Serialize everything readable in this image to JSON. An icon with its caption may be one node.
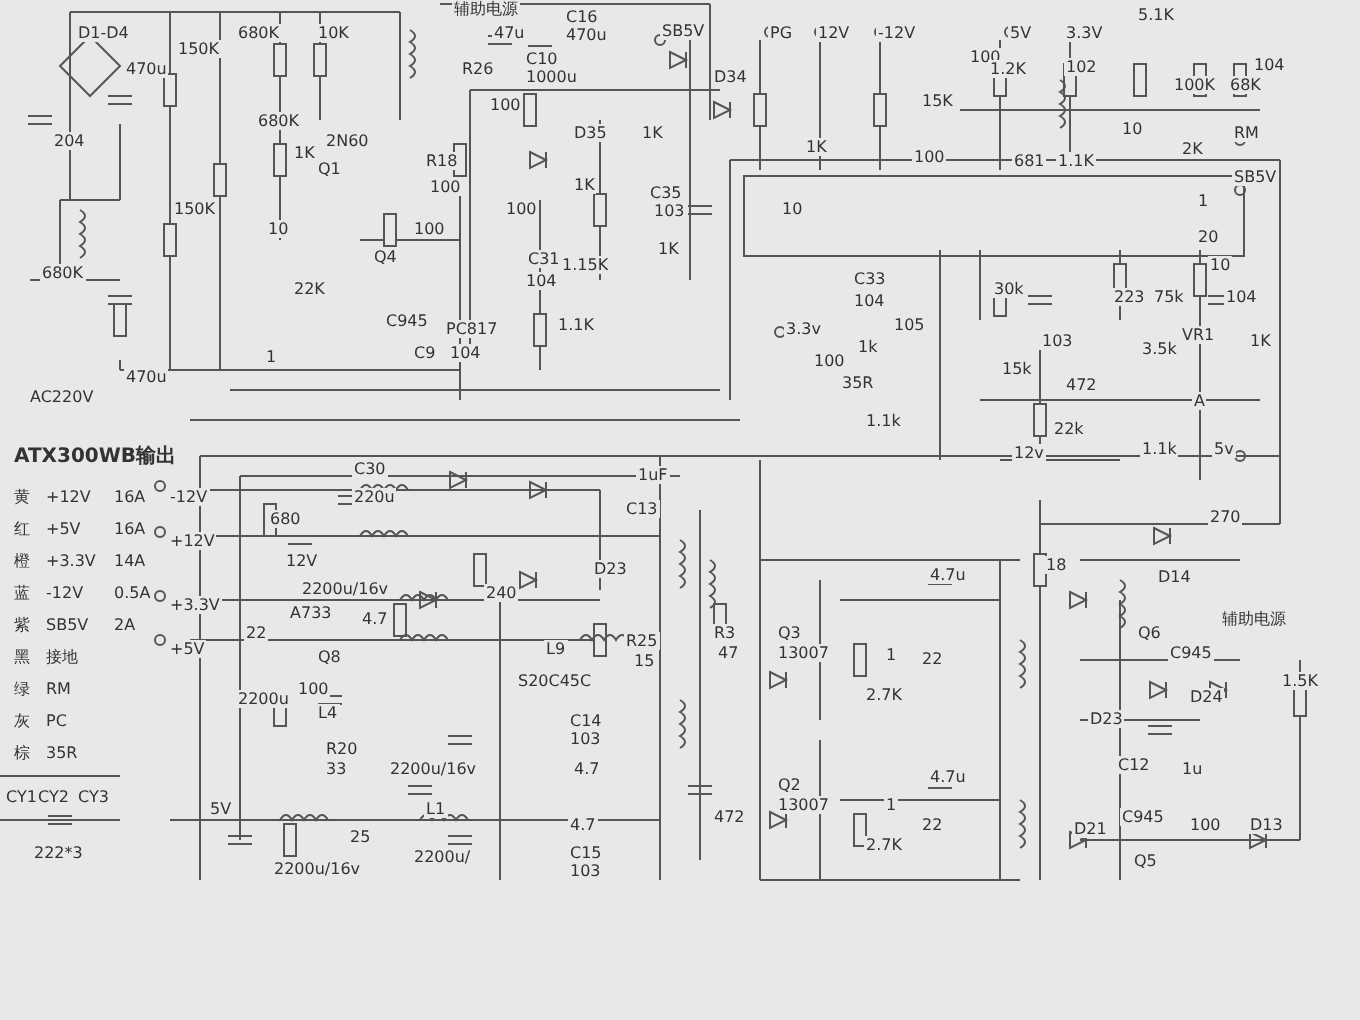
{
  "diagram": {
    "labels": [
      "辅助电源",
      "D1-D4",
      "470u",
      "150K",
      "680K",
      "10K",
      "204",
      "680K",
      "1K",
      "2N60",
      "Q1",
      "R18",
      "100",
      "10",
      "22K",
      "100",
      "Q4",
      "C945",
      "1",
      "PC817",
      "C9",
      "104",
      "680K",
      "150K",
      "470u",
      "AC220V",
      "47u",
      "R26",
      "100",
      "C16",
      "470u",
      "C10",
      "1000u",
      "SB5V",
      "D34",
      "D35",
      "1K",
      "1K",
      "C35",
      "103",
      "1K",
      "100",
      "C31",
      "104",
      "1.15K",
      "1.1K",
      "PG",
      "12V",
      "-12V",
      "100",
      "15K",
      "100",
      "1K",
      "10",
      "5V",
      "1.2K",
      "3.3V",
      "5.1K",
      "102",
      "100K",
      "68K",
      "104",
      "681",
      "1.1K",
      "10",
      "2K",
      "RM",
      "1",
      "SB5V",
      "20",
      "10",
      "104",
      "C33",
      "104",
      "105",
      "30k",
      "223",
      "75k",
      "103",
      "472",
      "3.5k",
      "VR1",
      "1K",
      "15k",
      "22k",
      "A",
      "12v",
      "1.1k",
      "5v",
      "3.3v",
      "100",
      "1k",
      "35R",
      "1.1k",
      "ATX300WB输出",
      "黄",
      "+12V",
      "16A",
      "红",
      "+5V",
      "16A",
      "橙",
      "+3.3V",
      "14A",
      "蓝",
      "-12V",
      "0.5A",
      "紫",
      "SB5V",
      "2A",
      "黑",
      "接地",
      "绿",
      "RM",
      "灰",
      "PC",
      "棕",
      "35R",
      "CY1",
      "CY2",
      "CY3",
      "222*3",
      "-12V",
      "+12V",
      "+3.3V",
      "+5V",
      "680",
      "C30",
      "220u",
      "12V",
      "2200u/16v",
      "22",
      "A733",
      "4.7",
      "Q8",
      "100",
      "2200u",
      "L4",
      "R20",
      "33",
      "2200u/16v",
      "5V",
      "25",
      "2200u/16v",
      "L1",
      "2200u/",
      "240",
      "D23",
      "C13",
      "R25",
      "15",
      "L9",
      "S20C45C",
      "C14",
      "103",
      "4.7",
      "4.7",
      "C15",
      "103",
      "1uF",
      "R3",
      "47",
      "472",
      "Q3",
      "13007",
      "1",
      "2.7K",
      "Q2",
      "13007",
      "1",
      "2.7K",
      "4.7u",
      "22",
      "4.7u",
      "22",
      "270",
      "18",
      "D14",
      "Q6",
      "C945",
      "辅助电源",
      "1.5K",
      "D23",
      "D24",
      "C12",
      "1u",
      "D21",
      "C945",
      "Q5",
      "100",
      "D13"
    ]
  }
}
